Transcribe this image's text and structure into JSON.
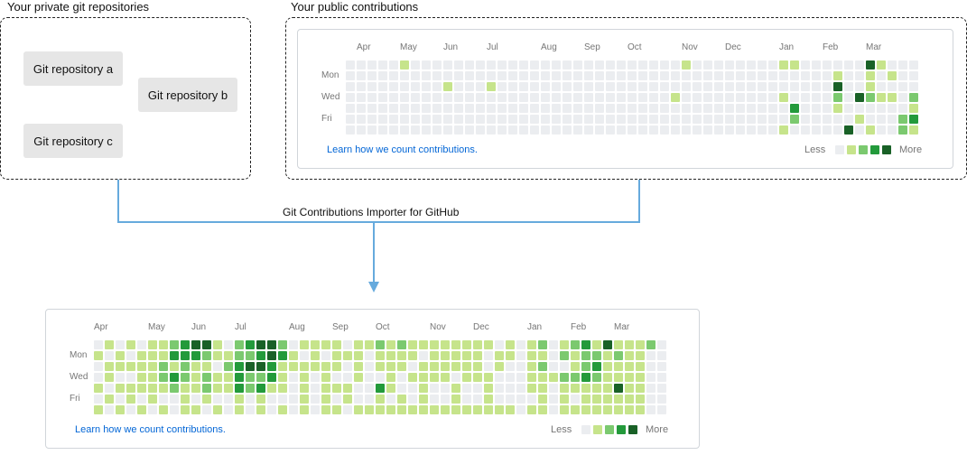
{
  "private_section": {
    "caption": "Your private git repositories",
    "repos": [
      "Git repository a",
      "Git repository b",
      "Git repository c"
    ]
  },
  "public_section": {
    "caption": "Your public contributions"
  },
  "tool": {
    "label": "Git Contributions Importer for GitHub"
  },
  "graph": {
    "days": [
      "Mon",
      "Wed",
      "Fri"
    ],
    "learn_link": "Learn how we count contributions.",
    "legend_less": "Less",
    "legend_more": "More"
  },
  "colors": {
    "level0": "#ebedf0",
    "level1": "#c6e48b",
    "level2": "#7bc96f",
    "level3": "#239a3b",
    "level4": "#196127",
    "connector": "#66aadd"
  },
  "top_graph": {
    "months": [
      "Apr",
      "May",
      "Jun",
      "Jul",
      "Aug",
      "Sep",
      "Oct",
      "Nov",
      "Dec",
      "Jan",
      "Feb",
      "Mar"
    ],
    "month_weeks": [
      1,
      5,
      9,
      13,
      18,
      22,
      26,
      31,
      35,
      40,
      44,
      48
    ],
    "weeks": 53,
    "active": [
      [
        5,
        0,
        1
      ],
      [
        31,
        0,
        1
      ],
      [
        40,
        0,
        1
      ],
      [
        41,
        0,
        1
      ],
      [
        48,
        0,
        4
      ],
      [
        49,
        0,
        1
      ],
      [
        45,
        1,
        1
      ],
      [
        48,
        1,
        1
      ],
      [
        50,
        1,
        1
      ],
      [
        9,
        2,
        1
      ],
      [
        13,
        2,
        1
      ],
      [
        45,
        2,
        4
      ],
      [
        48,
        2,
        1
      ],
      [
        30,
        3,
        1
      ],
      [
        40,
        3,
        1
      ],
      [
        45,
        3,
        2
      ],
      [
        47,
        3,
        4
      ],
      [
        48,
        3,
        2
      ],
      [
        49,
        3,
        1
      ],
      [
        50,
        3,
        1
      ],
      [
        52,
        3,
        2
      ],
      [
        41,
        4,
        3
      ],
      [
        45,
        4,
        1
      ],
      [
        52,
        4,
        1
      ],
      [
        41,
        5,
        2
      ],
      [
        47,
        5,
        1
      ],
      [
        51,
        5,
        2
      ],
      [
        52,
        5,
        3
      ],
      [
        40,
        6,
        1
      ],
      [
        46,
        6,
        4
      ],
      [
        48,
        6,
        1
      ],
      [
        51,
        6,
        2
      ],
      [
        52,
        6,
        1
      ]
    ]
  },
  "bottom_graph": {
    "months": [
      "Apr",
      "May",
      "Jun",
      "Jul",
      "Aug",
      "Sep",
      "Oct",
      "Nov",
      "Dec",
      "Jan",
      "Feb",
      "Mar"
    ],
    "month_weeks": [
      0,
      5,
      9,
      13,
      18,
      22,
      26,
      31,
      35,
      40,
      44,
      48
    ],
    "weeks": 53,
    "active": [
      [
        1,
        0,
        1
      ],
      [
        3,
        0,
        1
      ],
      [
        5,
        0,
        1
      ],
      [
        6,
        0,
        1
      ],
      [
        7,
        0,
        2
      ],
      [
        8,
        0,
        3
      ],
      [
        9,
        0,
        4
      ],
      [
        10,
        0,
        4
      ],
      [
        11,
        0,
        1
      ],
      [
        13,
        0,
        2
      ],
      [
        14,
        0,
        3
      ],
      [
        15,
        0,
        4
      ],
      [
        16,
        0,
        4
      ],
      [
        17,
        0,
        2
      ],
      [
        19,
        0,
        1
      ],
      [
        20,
        0,
        1
      ],
      [
        21,
        0,
        1
      ],
      [
        22,
        0,
        1
      ],
      [
        24,
        0,
        1
      ],
      [
        25,
        0,
        1
      ],
      [
        26,
        0,
        2
      ],
      [
        27,
        0,
        1
      ],
      [
        28,
        0,
        2
      ],
      [
        29,
        0,
        1
      ],
      [
        30,
        0,
        1
      ],
      [
        31,
        0,
        1
      ],
      [
        32,
        0,
        1
      ],
      [
        33,
        0,
        1
      ],
      [
        34,
        0,
        1
      ],
      [
        35,
        0,
        1
      ],
      [
        36,
        0,
        1
      ],
      [
        38,
        0,
        1
      ],
      [
        40,
        0,
        1
      ],
      [
        41,
        0,
        2
      ],
      [
        43,
        0,
        1
      ],
      [
        44,
        0,
        2
      ],
      [
        45,
        0,
        3
      ],
      [
        46,
        0,
        1
      ],
      [
        47,
        0,
        4
      ],
      [
        48,
        0,
        1
      ],
      [
        49,
        0,
        1
      ],
      [
        50,
        0,
        1
      ],
      [
        51,
        0,
        2
      ],
      [
        0,
        1,
        1
      ],
      [
        2,
        1,
        1
      ],
      [
        4,
        1,
        1
      ],
      [
        5,
        1,
        1
      ],
      [
        6,
        1,
        1
      ],
      [
        7,
        1,
        3
      ],
      [
        8,
        1,
        3
      ],
      [
        9,
        1,
        3
      ],
      [
        10,
        1,
        2
      ],
      [
        11,
        1,
        1
      ],
      [
        12,
        1,
        1
      ],
      [
        13,
        1,
        2
      ],
      [
        14,
        1,
        2
      ],
      [
        15,
        1,
        3
      ],
      [
        16,
        1,
        4
      ],
      [
        17,
        1,
        3
      ],
      [
        18,
        1,
        1
      ],
      [
        20,
        1,
        1
      ],
      [
        22,
        1,
        1
      ],
      [
        23,
        1,
        1
      ],
      [
        24,
        1,
        1
      ],
      [
        26,
        1,
        1
      ],
      [
        27,
        1,
        1
      ],
      [
        28,
        1,
        1
      ],
      [
        29,
        1,
        1
      ],
      [
        31,
        1,
        1
      ],
      [
        32,
        1,
        1
      ],
      [
        33,
        1,
        1
      ],
      [
        34,
        1,
        1
      ],
      [
        35,
        1,
        1
      ],
      [
        37,
        1,
        1
      ],
      [
        38,
        1,
        1
      ],
      [
        40,
        1,
        1
      ],
      [
        41,
        1,
        1
      ],
      [
        43,
        1,
        2
      ],
      [
        44,
        1,
        1
      ],
      [
        45,
        1,
        2
      ],
      [
        46,
        1,
        2
      ],
      [
        47,
        1,
        1
      ],
      [
        48,
        1,
        2
      ],
      [
        49,
        1,
        1
      ],
      [
        50,
        1,
        1
      ],
      [
        1,
        2,
        1
      ],
      [
        2,
        2,
        1
      ],
      [
        3,
        2,
        1
      ],
      [
        4,
        2,
        1
      ],
      [
        5,
        2,
        1
      ],
      [
        6,
        2,
        2
      ],
      [
        7,
        2,
        1
      ],
      [
        8,
        2,
        2
      ],
      [
        9,
        2,
        1
      ],
      [
        10,
        2,
        1
      ],
      [
        12,
        2,
        2
      ],
      [
        13,
        2,
        3
      ],
      [
        14,
        2,
        4
      ],
      [
        15,
        2,
        4
      ],
      [
        16,
        2,
        3
      ],
      [
        17,
        2,
        1
      ],
      [
        18,
        2,
        1
      ],
      [
        19,
        2,
        1
      ],
      [
        20,
        2,
        1
      ],
      [
        21,
        2,
        1
      ],
      [
        22,
        2,
        1
      ],
      [
        24,
        2,
        1
      ],
      [
        26,
        2,
        1
      ],
      [
        27,
        2,
        1
      ],
      [
        28,
        2,
        1
      ],
      [
        30,
        2,
        1
      ],
      [
        31,
        2,
        1
      ],
      [
        32,
        2,
        1
      ],
      [
        33,
        2,
        1
      ],
      [
        34,
        2,
        1
      ],
      [
        35,
        2,
        1
      ],
      [
        37,
        2,
        1
      ],
      [
        40,
        2,
        1
      ],
      [
        41,
        2,
        2
      ],
      [
        44,
        2,
        1
      ],
      [
        45,
        2,
        2
      ],
      [
        46,
        2,
        3
      ],
      [
        47,
        2,
        1
      ],
      [
        48,
        2,
        1
      ],
      [
        49,
        2,
        1
      ],
      [
        50,
        2,
        1
      ],
      [
        1,
        3,
        1
      ],
      [
        4,
        3,
        1
      ],
      [
        5,
        3,
        1
      ],
      [
        6,
        3,
        2
      ],
      [
        7,
        3,
        3
      ],
      [
        8,
        3,
        2
      ],
      [
        9,
        3,
        1
      ],
      [
        10,
        3,
        2
      ],
      [
        11,
        3,
        1
      ],
      [
        12,
        3,
        1
      ],
      [
        13,
        3,
        3
      ],
      [
        14,
        3,
        2
      ],
      [
        15,
        3,
        2
      ],
      [
        16,
        3,
        3
      ],
      [
        17,
        3,
        1
      ],
      [
        19,
        3,
        1
      ],
      [
        21,
        3,
        1
      ],
      [
        24,
        3,
        1
      ],
      [
        27,
        3,
        1
      ],
      [
        29,
        3,
        1
      ],
      [
        30,
        3,
        1
      ],
      [
        31,
        3,
        1
      ],
      [
        32,
        3,
        1
      ],
      [
        34,
        3,
        1
      ],
      [
        35,
        3,
        1
      ],
      [
        36,
        3,
        1
      ],
      [
        40,
        3,
        1
      ],
      [
        41,
        3,
        1
      ],
      [
        42,
        3,
        1
      ],
      [
        43,
        3,
        2
      ],
      [
        44,
        3,
        2
      ],
      [
        45,
        3,
        3
      ],
      [
        46,
        3,
        2
      ],
      [
        47,
        3,
        1
      ],
      [
        48,
        3,
        1
      ],
      [
        49,
        3,
        1
      ],
      [
        50,
        3,
        1
      ],
      [
        0,
        4,
        1
      ],
      [
        2,
        4,
        1
      ],
      [
        3,
        4,
        1
      ],
      [
        4,
        4,
        1
      ],
      [
        5,
        4,
        1
      ],
      [
        6,
        4,
        1
      ],
      [
        7,
        4,
        2
      ],
      [
        8,
        4,
        1
      ],
      [
        9,
        4,
        1
      ],
      [
        10,
        4,
        2
      ],
      [
        11,
        4,
        1
      ],
      [
        12,
        4,
        1
      ],
      [
        13,
        4,
        3
      ],
      [
        14,
        4,
        2
      ],
      [
        15,
        4,
        3
      ],
      [
        16,
        4,
        1
      ],
      [
        17,
        4,
        1
      ],
      [
        19,
        4,
        1
      ],
      [
        21,
        4,
        1
      ],
      [
        22,
        4,
        1
      ],
      [
        23,
        4,
        1
      ],
      [
        26,
        4,
        3
      ],
      [
        27,
        4,
        1
      ],
      [
        30,
        4,
        1
      ],
      [
        33,
        4,
        1
      ],
      [
        36,
        4,
        1
      ],
      [
        40,
        4,
        1
      ],
      [
        41,
        4,
        1
      ],
      [
        43,
        4,
        1
      ],
      [
        44,
        4,
        1
      ],
      [
        45,
        4,
        1
      ],
      [
        46,
        4,
        1
      ],
      [
        47,
        4,
        1
      ],
      [
        48,
        4,
        4
      ],
      [
        49,
        4,
        1
      ],
      [
        50,
        4,
        1
      ],
      [
        1,
        5,
        1
      ],
      [
        3,
        5,
        1
      ],
      [
        5,
        5,
        1
      ],
      [
        8,
        5,
        1
      ],
      [
        10,
        5,
        1
      ],
      [
        13,
        5,
        1
      ],
      [
        15,
        5,
        1
      ],
      [
        19,
        5,
        1
      ],
      [
        21,
        5,
        1
      ],
      [
        23,
        5,
        1
      ],
      [
        26,
        5,
        1
      ],
      [
        28,
        5,
        1
      ],
      [
        30,
        5,
        1
      ],
      [
        33,
        5,
        1
      ],
      [
        36,
        5,
        1
      ],
      [
        41,
        5,
        1
      ],
      [
        43,
        5,
        1
      ],
      [
        45,
        5,
        1
      ],
      [
        46,
        5,
        1
      ],
      [
        47,
        5,
        1
      ],
      [
        48,
        5,
        1
      ],
      [
        49,
        5,
        1
      ],
      [
        50,
        5,
        1
      ],
      [
        0,
        6,
        1
      ],
      [
        2,
        6,
        1
      ],
      [
        4,
        6,
        1
      ],
      [
        6,
        6,
        1
      ],
      [
        8,
        6,
        1
      ],
      [
        9,
        6,
        1
      ],
      [
        11,
        6,
        1
      ],
      [
        13,
        6,
        1
      ],
      [
        15,
        6,
        1
      ],
      [
        17,
        6,
        1
      ],
      [
        19,
        6,
        1
      ],
      [
        21,
        6,
        1
      ],
      [
        22,
        6,
        1
      ],
      [
        24,
        6,
        1
      ],
      [
        25,
        6,
        1
      ],
      [
        26,
        6,
        1
      ],
      [
        27,
        6,
        1
      ],
      [
        28,
        6,
        1
      ],
      [
        29,
        6,
        1
      ],
      [
        30,
        6,
        1
      ],
      [
        31,
        6,
        1
      ],
      [
        32,
        6,
        1
      ],
      [
        33,
        6,
        1
      ],
      [
        34,
        6,
        1
      ],
      [
        35,
        6,
        1
      ],
      [
        36,
        6,
        1
      ],
      [
        37,
        6,
        1
      ],
      [
        38,
        6,
        1
      ],
      [
        40,
        6,
        1
      ],
      [
        41,
        6,
        1
      ],
      [
        43,
        6,
        1
      ],
      [
        44,
        6,
        1
      ],
      [
        45,
        6,
        1
      ],
      [
        46,
        6,
        1
      ],
      [
        47,
        6,
        1
      ],
      [
        48,
        6,
        1
      ],
      [
        49,
        6,
        1
      ],
      [
        50,
        6,
        1
      ]
    ]
  }
}
